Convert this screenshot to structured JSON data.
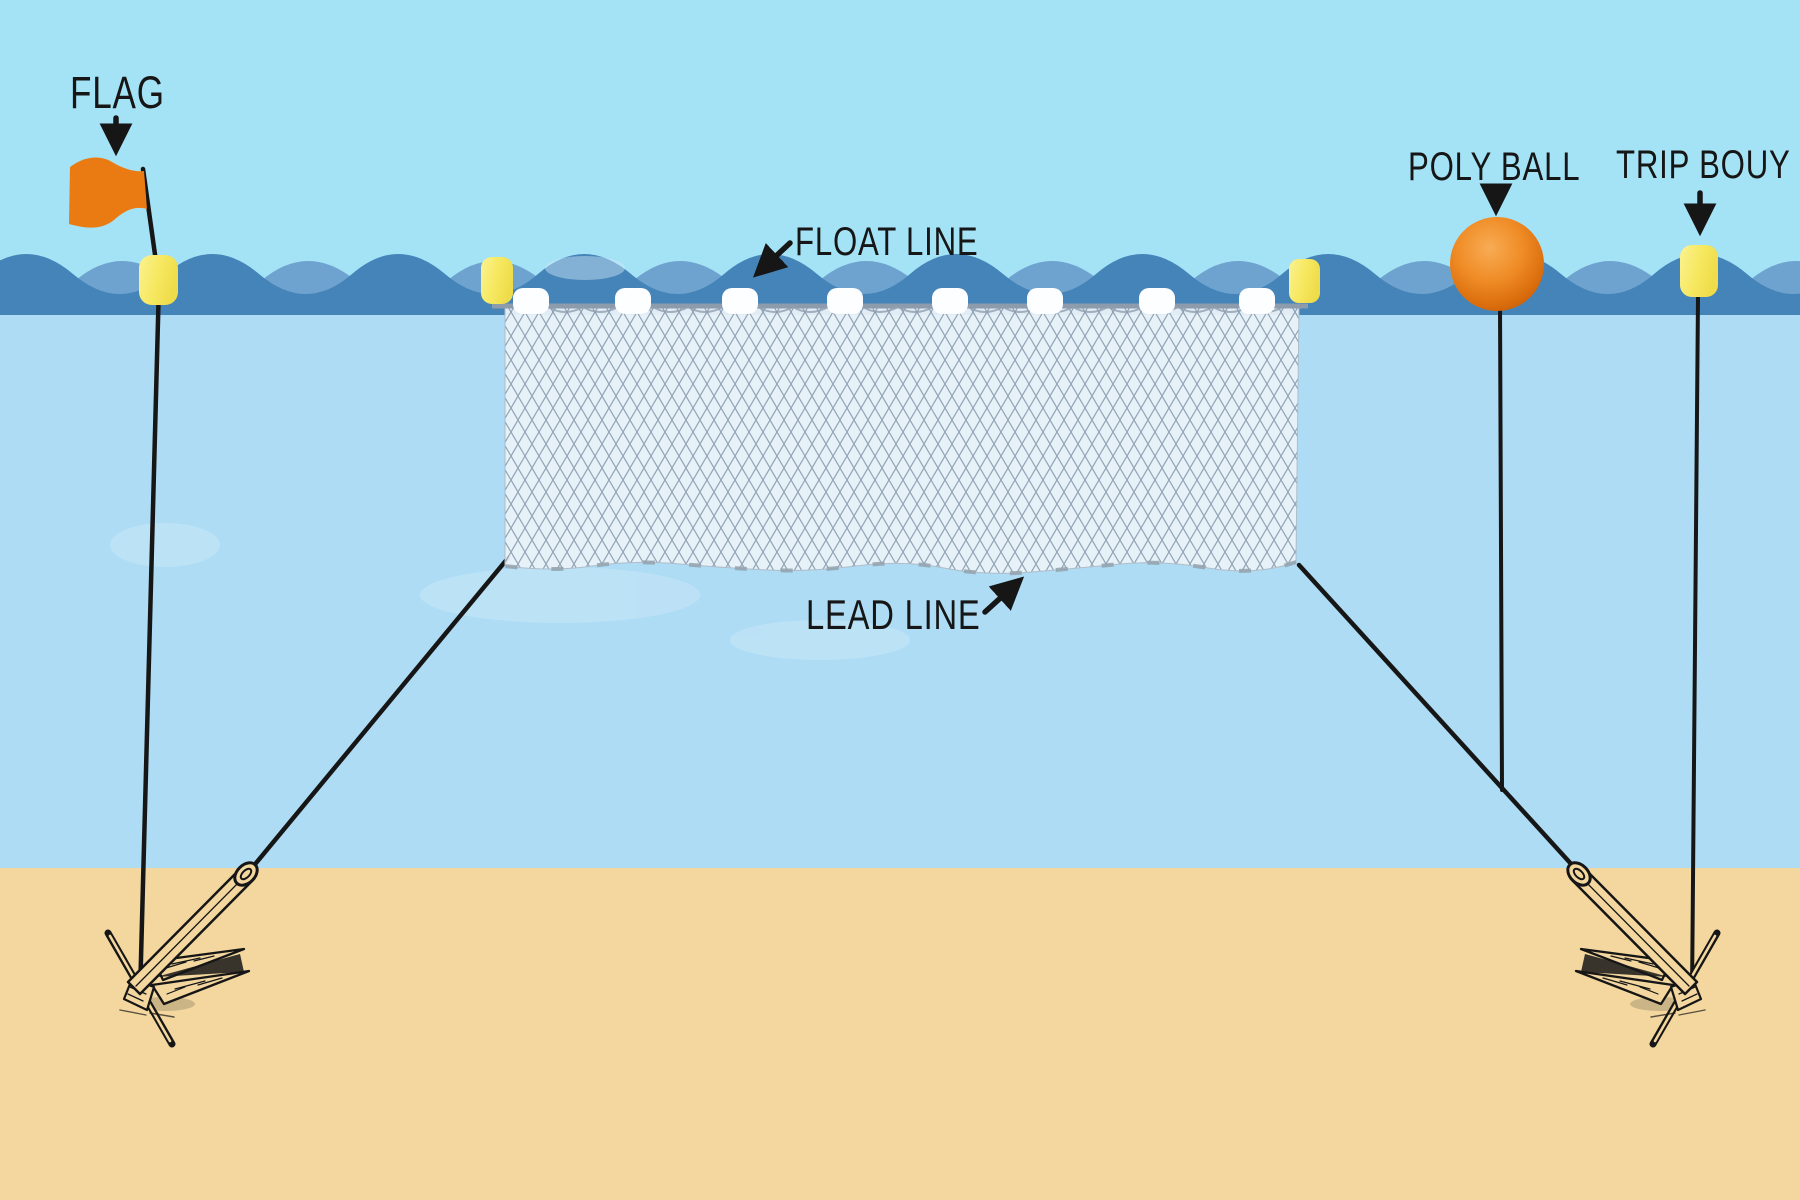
{
  "labels": {
    "flag": "FLAG",
    "float_line": "FLOAT LINE",
    "poly_ball": "POLY BALL",
    "trip_bouy": "TRIP BOUY",
    "lead_line": "LEAD LINE"
  },
  "colors": {
    "sky": "#A4E2F6",
    "water": "#AEDCF5",
    "wave_front": "#4584B8",
    "wave_back": "#6FA3CF",
    "sand": "#F3D79F",
    "flag_orange": "#EA7B13",
    "buoy_yellow": "#F6E860",
    "float_white": "#FDFEFF",
    "poly_ball_orange": "#E0760F",
    "net_background": "#EAF2F8",
    "net_mesh": "#8FA0B2",
    "rope_gray": "#8C9CAC",
    "line_ink": "#161616"
  },
  "counts": {
    "net_floats": 8,
    "yellow_buoys": 4,
    "anchors": 2
  }
}
